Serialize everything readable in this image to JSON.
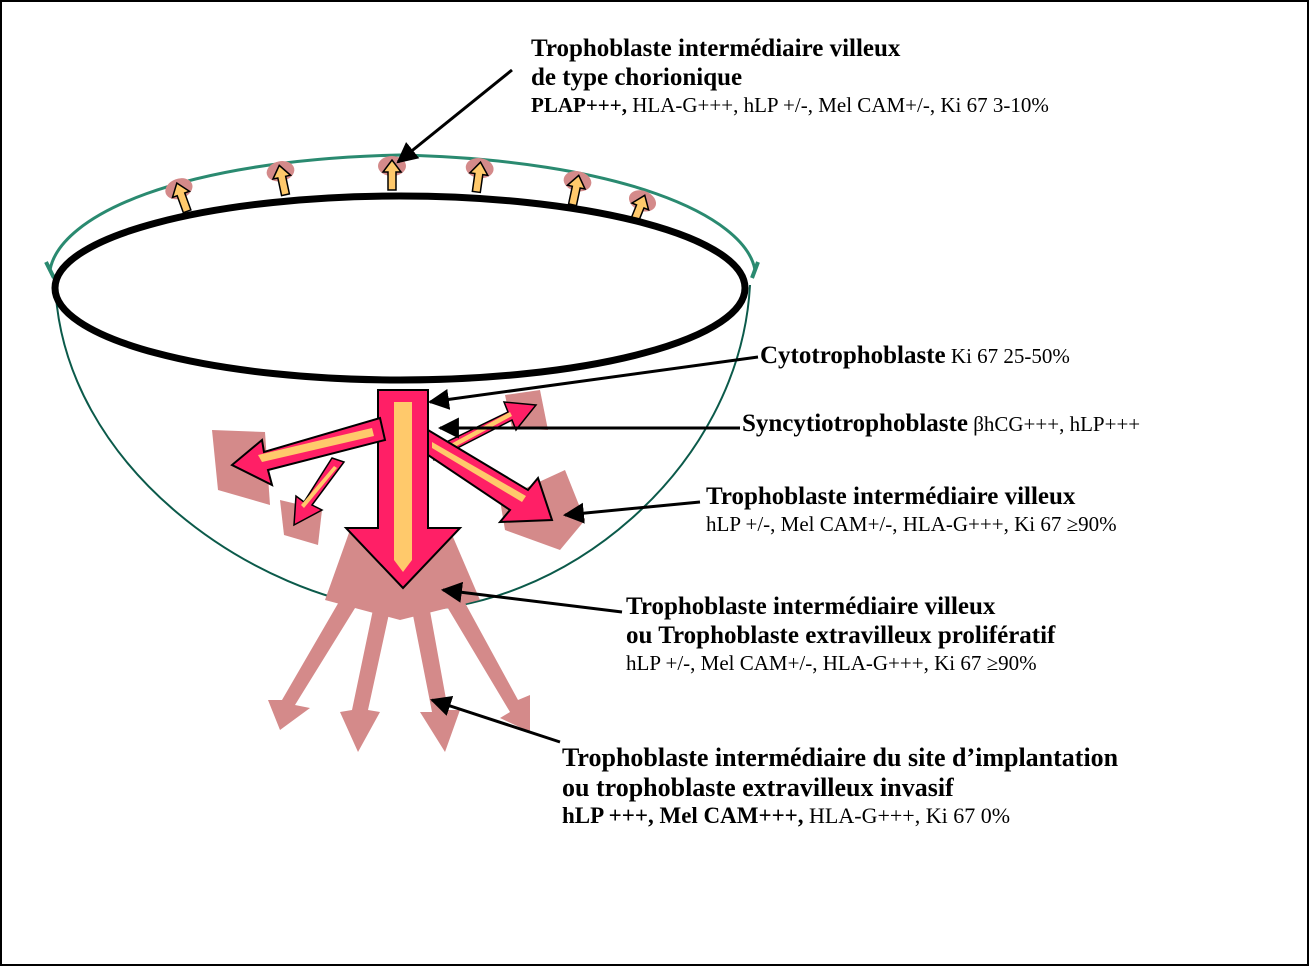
{
  "labels": {
    "chorionique": {
      "title_line1": "Trophoblaste intermédiaire villeux",
      "title_line2": "de type chorionique",
      "markers_bold": "PLAP+++,",
      "markers": " HLA-G+++, hLP +/-, Mel CAM+/-, Ki 67 3-10%"
    },
    "cytotrophoblaste": {
      "title": "Cytotrophoblaste",
      "markers": "  Ki 67 25-50%"
    },
    "syncytiotrophoblaste": {
      "title": "Syncytiotrophoblaste",
      "markers": " βhCG+++, hLP+++"
    },
    "villeux": {
      "title": "Trophoblaste intermédiaire villeux",
      "markers": "hLP +/-, Mel CAM+/-, HLA-G+++, Ki 67 ≥90%"
    },
    "proliferatif": {
      "title_line1": "Trophoblaste intermédiaire villeux",
      "title_line2": "ou Trophoblaste extravilleux prolifératif",
      "markers": "hLP +/-, Mel CAM+/-, HLA-G+++, Ki 67 ≥90%"
    },
    "invasif": {
      "title_line1": "Trophoblaste intermédiaire du site d’implantation",
      "title_line2": "ou trophoblaste extravilleux invasif",
      "markers_bold": "hLP +++, Mel CAM+++,",
      "markers": " HLA-G+++, Ki 67 0%"
    }
  },
  "colors": {
    "arrow_fill": "#ff1f66",
    "arrow_core": "#ffc96b",
    "halo": "#d48a8a",
    "small_arrow": "#ffc96b",
    "rim": "#2a8a70",
    "outline": "#000000"
  }
}
